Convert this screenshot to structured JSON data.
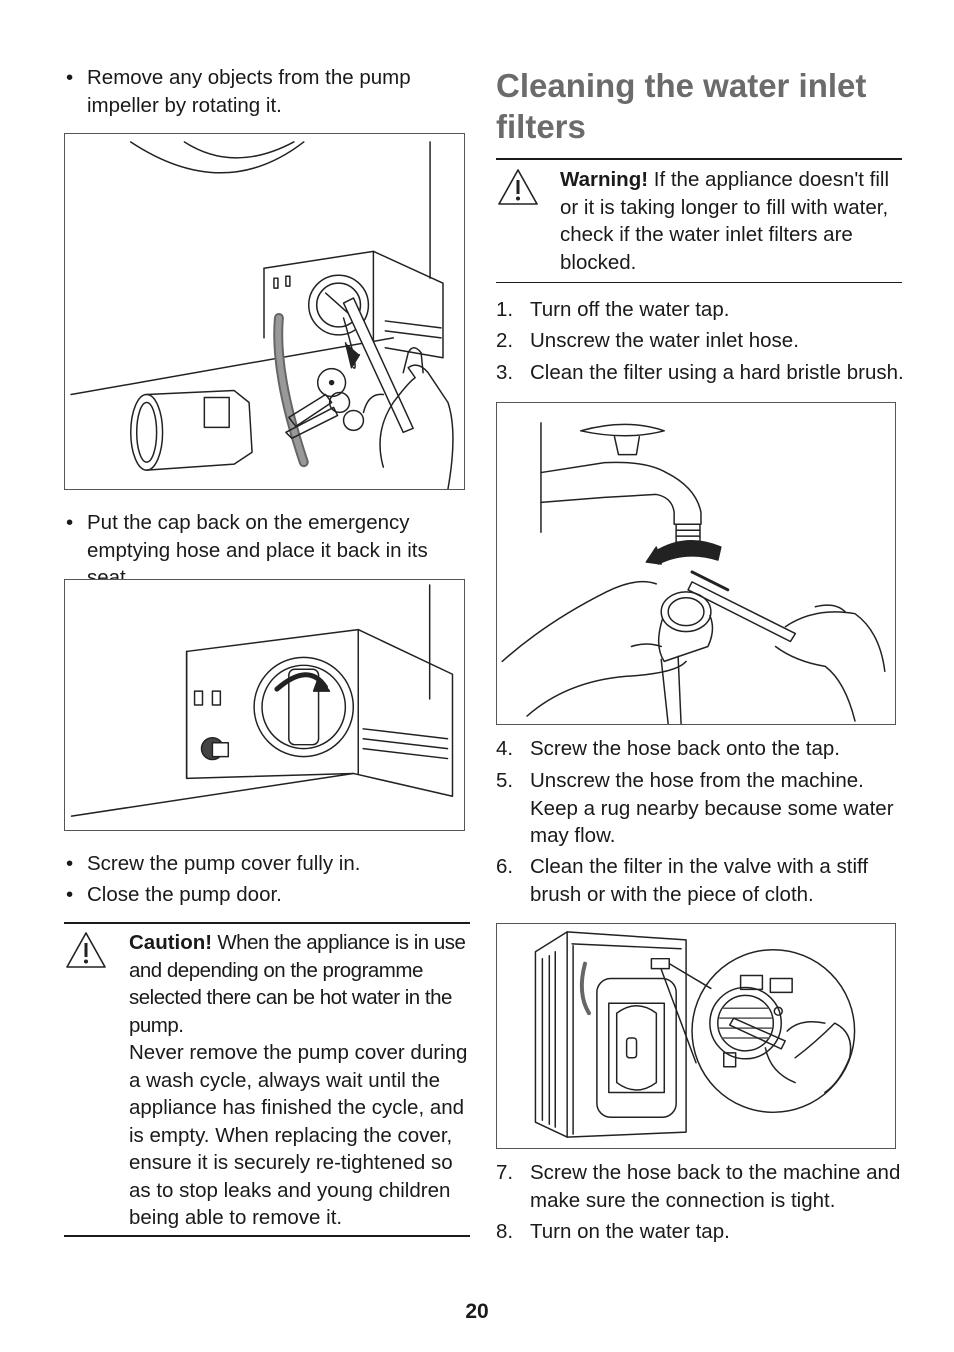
{
  "left_column": {
    "bullet_1": "Remove any objects from the pump impeller by rotating it.",
    "bullet_2": "Put the cap back on the emergency emptying hose and place it back in its seat.",
    "bullet_3": "Screw the pump cover fully in.",
    "bullet_4": "Close the pump door.",
    "bullet_symbol": "•",
    "caution": {
      "label": "Caution!",
      "text_1": " When the appliance is in use and depending on the programme selected there can be hot water in the pump.",
      "text_2": "Never remove the pump cover during a wash cycle, always wait until the appliance has finished the cycle, and is empty. When replacing the cover, ensure it is securely re-tightened so as to stop leaks and young children being able to remove it."
    }
  },
  "right_column": {
    "heading": "Cleaning the water inlet filters",
    "warning": {
      "label": "Warning!",
      "text": " If the appliance doesn't fill or it is taking longer to fill with water, check if the water inlet filters are blocked."
    },
    "steps": [
      {
        "num": "1.",
        "text": "Turn off the water tap."
      },
      {
        "num": "2.",
        "text": "Unscrew the water inlet hose."
      },
      {
        "num": "3.",
        "text": "Clean the filter using a hard bristle brush."
      },
      {
        "num": "4.",
        "text": "Screw the hose back onto the tap."
      },
      {
        "num": "5.",
        "text": "Unscrew the hose from the machine. Keep a rug nearby because some water may flow."
      },
      {
        "num": "6.",
        "text": "Clean the filter in the valve with a stiff brush or with the piece of cloth."
      },
      {
        "num": "7.",
        "text": "Screw the hose back to the machine and make sure the connection is tight."
      },
      {
        "num": "8.",
        "text": "Turn on the water tap."
      }
    ]
  },
  "icons": {
    "warning": "warning-triangle-icon",
    "caution": "warning-triangle-icon"
  },
  "colors": {
    "heading": "#6b6b6b",
    "text": "#1a1a1a"
  },
  "page_number": "20"
}
